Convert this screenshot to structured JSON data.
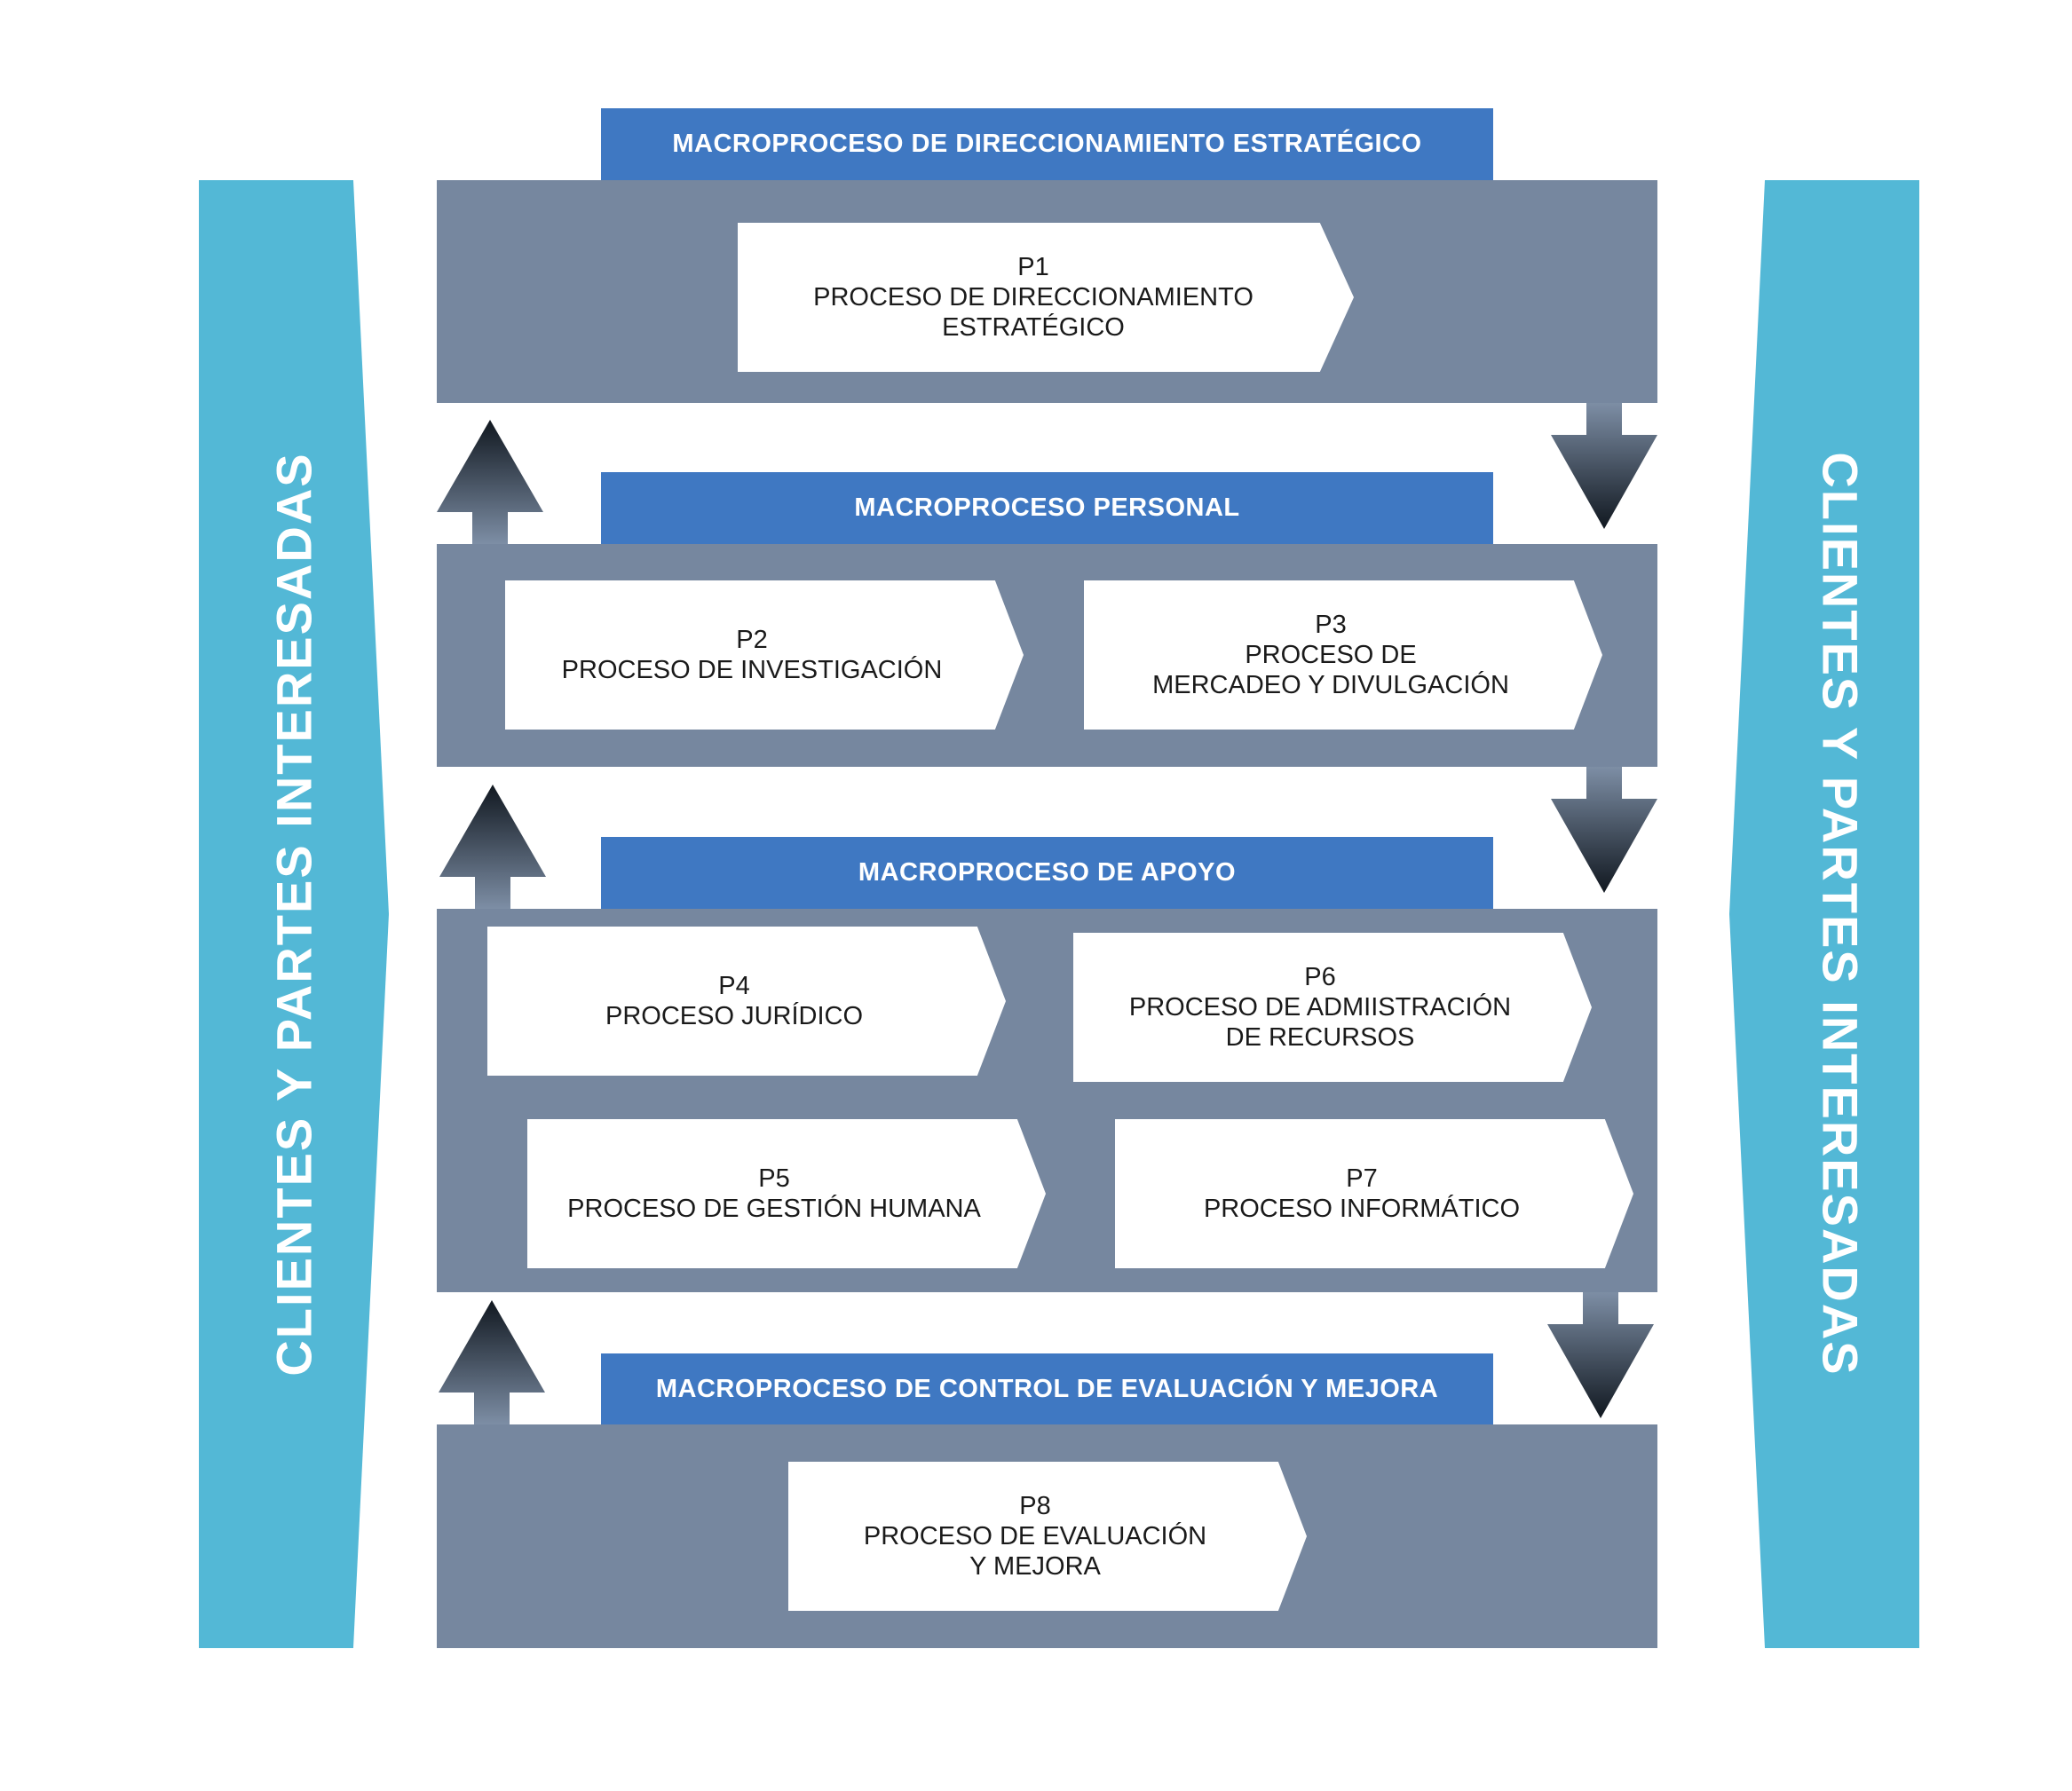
{
  "side_label_left": "CLIENTES Y PARTES INTERESADAS",
  "side_label_right": "CLIENTES Y PARTES INTERESADAS",
  "colors": {
    "header_blue": "#3f78c2",
    "band_gray": "#76879f",
    "side_cyan": "#53b8d6",
    "arrow_dark": "#111820",
    "arrow_light": "#7d8ea5"
  },
  "macroprocesses": [
    {
      "title": "MACROPROCESO DE DIRECCIONAMIENTO ESTRATÉGICO",
      "processes": [
        {
          "code": "P1",
          "line1": "PROCESO DE DIRECCIONAMIENTO",
          "line2": "ESTRATÉGICO"
        }
      ]
    },
    {
      "title": "MACROPROCESO PERSONAL",
      "processes": [
        {
          "code": "P2",
          "line1": "PROCESO DE INVESTIGACIÓN",
          "line2": ""
        },
        {
          "code": "P3",
          "line1": "PROCESO DE",
          "line2": "MERCADEO Y DIVULGACIÓN"
        }
      ]
    },
    {
      "title": "MACROPROCESO DE APOYO",
      "processes": [
        {
          "code": "P4",
          "line1": "PROCESO JURÍDICO",
          "line2": ""
        },
        {
          "code": "P6",
          "line1": "PROCESO DE ADMIISTRACIÓN",
          "line2": "DE RECURSOS"
        },
        {
          "code": "P5",
          "line1": "PROCESO DE GESTIÓN HUMANA",
          "line2": ""
        },
        {
          "code": "P7",
          "line1": "PROCESO INFORMÁTICO",
          "line2": ""
        }
      ]
    },
    {
      "title": "MACROPROCESO DE CONTROL DE EVALUACIÓN Y MEJORA",
      "processes": [
        {
          "code": "P8",
          "line1": "PROCESO DE EVALUACIÓN",
          "line2": "Y MEJORA"
        }
      ]
    }
  ]
}
